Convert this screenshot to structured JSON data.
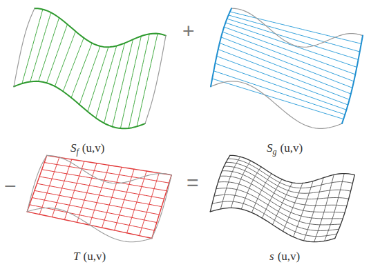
{
  "diagram": {
    "labels": [
      "S",
      "f",
      "(u,v)",
      "+",
      "S",
      "g",
      "(u,v)",
      "−",
      "T",
      "(u,v)",
      "=",
      "s",
      "(u,v)"
    ]
  }
}
